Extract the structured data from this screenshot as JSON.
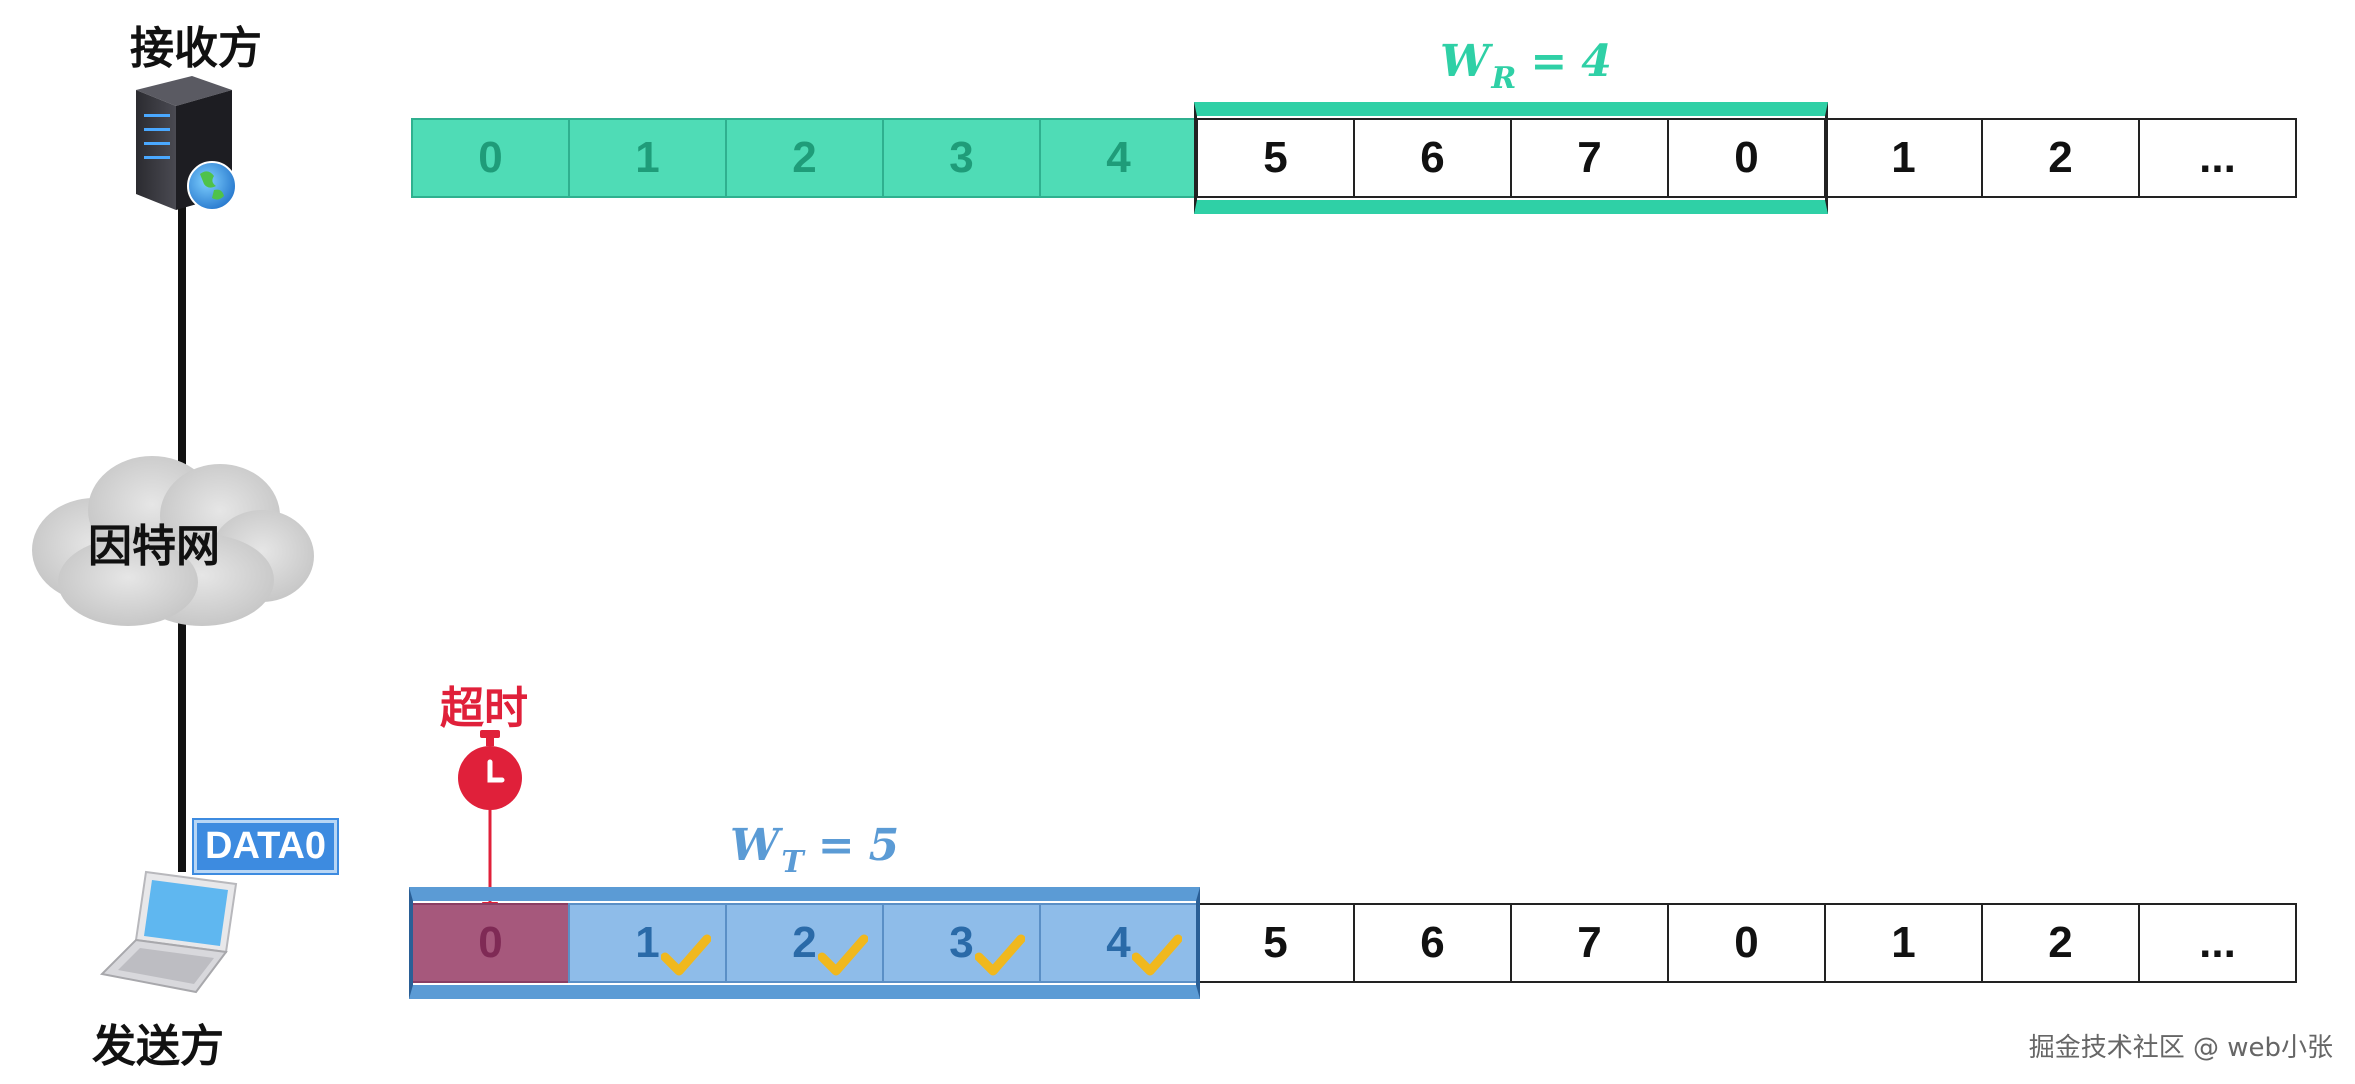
{
  "receiver": {
    "label": "接收方",
    "window_label": {
      "w": "W",
      "sub": "R",
      "eq": "=",
      "value": "4"
    },
    "cells": [
      "0",
      "1",
      "2",
      "3",
      "4",
      "5",
      "6",
      "7",
      "0",
      "1",
      "2",
      "..."
    ],
    "received_count": 5,
    "window_start_index": 5,
    "window_size": 4,
    "color": "#2fd0a6"
  },
  "network": {
    "label": "因特网"
  },
  "sender": {
    "label": "发送方",
    "window_label": {
      "w": "W",
      "sub": "T",
      "eq": "=",
      "value": "5"
    },
    "cells": [
      "0",
      "1",
      "2",
      "3",
      "4",
      "5",
      "6",
      "7",
      "0",
      "1",
      "2",
      "..."
    ],
    "timeout_index": 0,
    "acked_indices": [
      1,
      2,
      3,
      4
    ],
    "window_start_index": 0,
    "window_size": 5,
    "color": "#5b9bd5"
  },
  "timeout": {
    "label": "超时",
    "color": "#e0203a"
  },
  "packet": {
    "label": "DATA0"
  },
  "icons": {
    "receiver": "server-icon",
    "network": "cloud-icon",
    "sender": "laptop-icon",
    "timer": "stopwatch-icon",
    "ack": "checkmark-icon"
  },
  "watermark": "掘金技术社区 @ web小张"
}
